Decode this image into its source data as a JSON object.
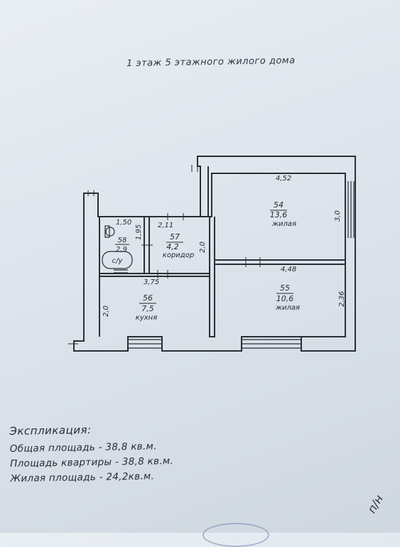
{
  "title": "1 этаж 5 этажного жилого дома",
  "rooms": [
    {
      "id": "54",
      "area": "13,6",
      "type": "жилая"
    },
    {
      "id": "55",
      "area": "10,6",
      "type": "жилая"
    },
    {
      "id": "56",
      "area": "7,5",
      "type": "кухня"
    },
    {
      "id": "57",
      "area": "4,2",
      "type": "коридор"
    },
    {
      "id": "58",
      "area": "2,9",
      "type": "с/у"
    }
  ],
  "dimensions": {
    "room54_width": "4,52",
    "room54_height": "3,0",
    "room55_width": "4,48",
    "room55_height": "2,36",
    "room56_width": "3,75",
    "room56_height": "2,0",
    "corridor_width": "2,11",
    "corridor_height": "2,0",
    "bath_width": "1,50",
    "bath_height": "1,95"
  },
  "explication": {
    "header": "Экспликация:",
    "total_area": "Общая площадь - 38,8 кв.м.",
    "apartment_area": "Площадь квартиры - 38,8 кв.м.",
    "living_area": "Жилая площадь - 24,2кв.м."
  },
  "margin_note": "п/н"
}
